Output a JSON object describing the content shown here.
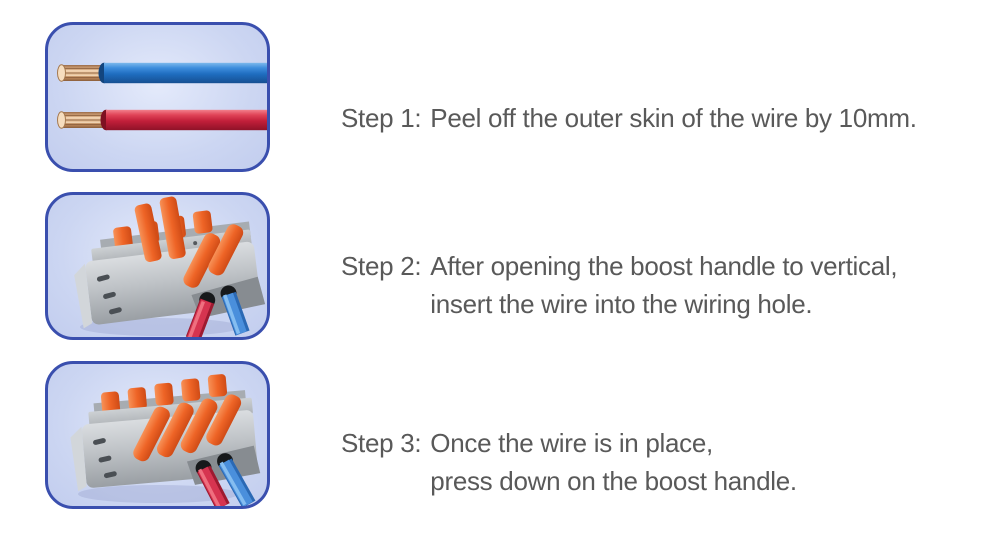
{
  "steps": [
    {
      "label": "Step 1:",
      "lines": [
        "Peel off the outer skin of the wire by 10mm."
      ]
    },
    {
      "label": "Step 2:",
      "lines": [
        "After opening the boost handle to vertical,",
        "insert the wire into the wiring hole."
      ]
    },
    {
      "label": "Step 3:",
      "lines": [
        "Once the wire is in place,",
        "press down on the boost handle."
      ]
    }
  ],
  "figures": [
    {
      "name": "stripped-wires",
      "shows": "blue and red wires with stripped copper ends"
    },
    {
      "name": "connector-boost-handle-open",
      "shows": "wire connector with boost handles opened vertical, wires inserted"
    },
    {
      "name": "connector-boost-handle-closed",
      "shows": "wire connector with boost handles pressed down"
    }
  ],
  "palette": {
    "frame_border": "#3a4fae",
    "frame_background": "#ccd6f2",
    "text": "#595959",
    "wire_blue": "#2f7fd2",
    "wire_red": "#d42b44",
    "copper": "#f2cda8",
    "connector_gray": "#b9bdc2",
    "lever_orange": "#ee5f26"
  }
}
